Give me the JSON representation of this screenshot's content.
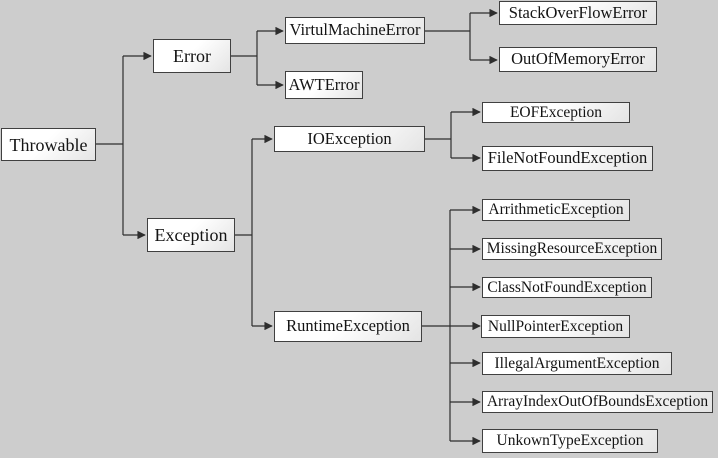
{
  "colors": {
    "background": "#cdcdcd",
    "box_fill_top": "#ffffff",
    "box_fill_bottom": "#e4e4e4",
    "box_border": "#404040",
    "line": "#2e2e2e",
    "text": "#141414"
  },
  "nodes": {
    "throwable": {
      "label": "Throwable"
    },
    "error": {
      "label": "Error"
    },
    "virtul_machine_error": {
      "label": "VirtulMachineError"
    },
    "awt_error": {
      "label": "AWTError"
    },
    "stack_over_flow_error": {
      "label": "StackOverFlowError"
    },
    "out_of_memory_error": {
      "label": "OutOfMemoryError"
    },
    "exception": {
      "label": "Exception"
    },
    "io_exception": {
      "label": "IOException"
    },
    "eof_exception": {
      "label": "EOFException"
    },
    "file_not_found_exception": {
      "label": "FileNotFoundException"
    },
    "runtime_exception": {
      "label": "RuntimeException"
    },
    "arrithmetic_exception": {
      "label": "ArrithmeticException"
    },
    "missing_resource_exception": {
      "label": "MissingResourceException"
    },
    "class_not_found_exception": {
      "label": "ClassNotFoundException"
    },
    "null_pointer_exception": {
      "label": "NullPointerException"
    },
    "illegal_argument_exception": {
      "label": "IllegalArgumentException"
    },
    "array_index_out_of_bounds_exception": {
      "label": "ArrayIndexOutOfBoundsException"
    },
    "unkown_type_exception": {
      "label": "UnkownTypeException"
    }
  },
  "edges": [
    {
      "from": "throwable",
      "to": "error"
    },
    {
      "from": "throwable",
      "to": "exception"
    },
    {
      "from": "error",
      "to": "virtul_machine_error"
    },
    {
      "from": "error",
      "to": "awt_error"
    },
    {
      "from": "virtul_machine_error",
      "to": "stack_over_flow_error"
    },
    {
      "from": "virtul_machine_error",
      "to": "out_of_memory_error"
    },
    {
      "from": "exception",
      "to": "io_exception"
    },
    {
      "from": "exception",
      "to": "runtime_exception"
    },
    {
      "from": "io_exception",
      "to": "eof_exception"
    },
    {
      "from": "io_exception",
      "to": "file_not_found_exception"
    },
    {
      "from": "runtime_exception",
      "to": "arrithmetic_exception"
    },
    {
      "from": "runtime_exception",
      "to": "missing_resource_exception"
    },
    {
      "from": "runtime_exception",
      "to": "class_not_found_exception"
    },
    {
      "from": "runtime_exception",
      "to": "null_pointer_exception"
    },
    {
      "from": "runtime_exception",
      "to": "illegal_argument_exception"
    },
    {
      "from": "runtime_exception",
      "to": "array_index_out_of_bounds_exception"
    },
    {
      "from": "runtime_exception",
      "to": "unkown_type_exception"
    }
  ]
}
